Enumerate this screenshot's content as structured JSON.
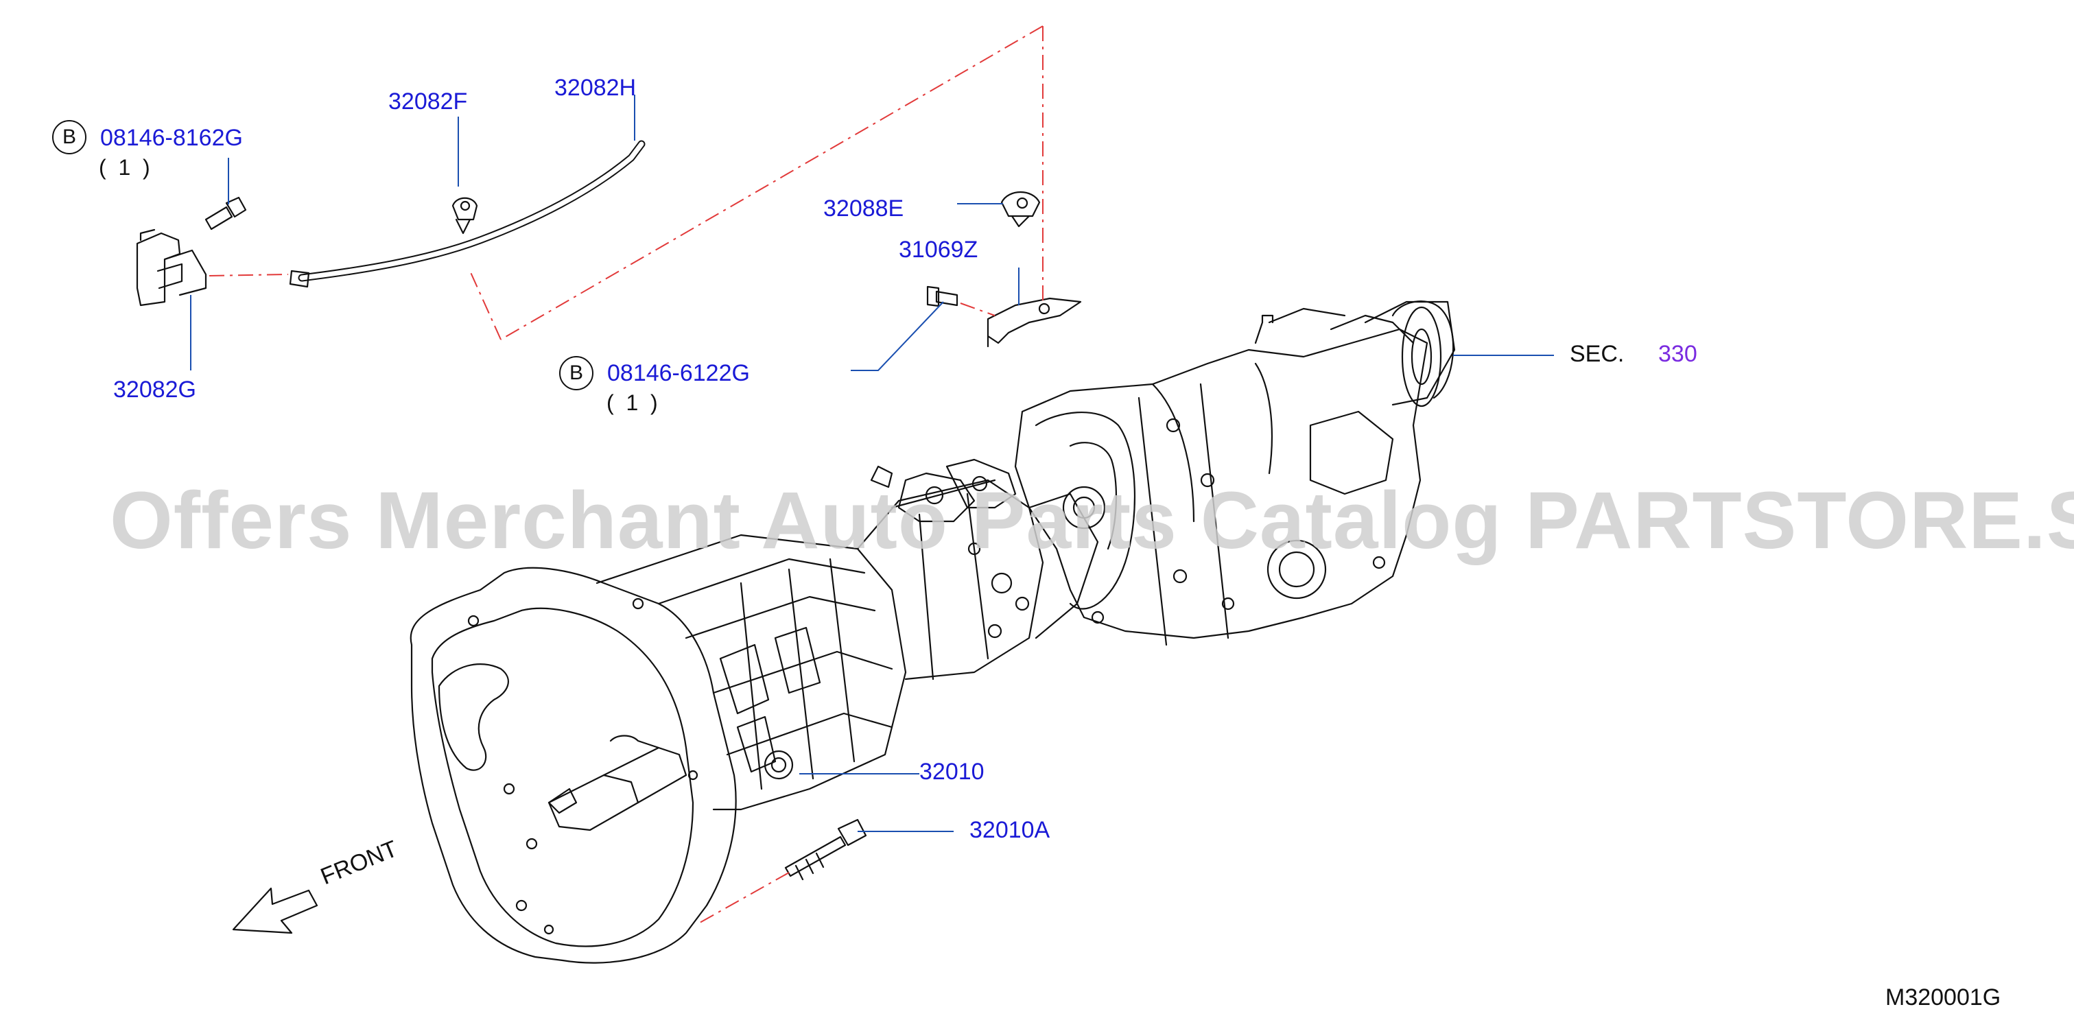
{
  "diagram": {
    "watermark": "Offers Merchant Auto Parts Catalog PARTSTORE.SA",
    "diagram_code": "M320001G",
    "front_label": "FRONT",
    "section_ref": {
      "prefix": "SEC.",
      "number": "330"
    },
    "bolt_badge": "B",
    "callouts": {
      "p08146_8162G": {
        "part": "08146-8162G",
        "qty": "(  1  )"
      },
      "p32082F": "32082F",
      "p32082H": "32082H",
      "p32088E": "32088E",
      "p31069Z": "31069Z",
      "p32082G": "32082G",
      "p08146_6122G": {
        "part": "08146-6122G",
        "qty": "(  1  )"
      },
      "p32010": "32010",
      "p32010A": "32010A"
    },
    "colors": {
      "callout_text": "#1a1ad6",
      "leader_line": "#1a4fb0",
      "phantom_line": "#e23a3a",
      "section_link": "#7a2be0",
      "drawing": "#111111",
      "watermark": "#cfcfcf"
    }
  }
}
